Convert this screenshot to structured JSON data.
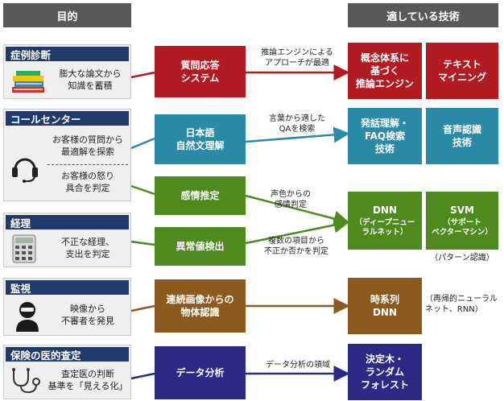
{
  "headers": {
    "purpose": "目的",
    "techniques": "適している技術"
  },
  "cases": [
    {
      "title": "症例診断",
      "text": "膨大な論文から\n知識を蓄積",
      "icon": "books-icon"
    },
    {
      "title": "コールセンター",
      "text1": "お客様の質問から\n最適解を探索",
      "text2": "お客様の怒り\n具合を判定",
      "icon": "headset-icon"
    },
    {
      "title": "経理",
      "text": "不正な経理、\n支出を判定",
      "icon": "calculator-icon"
    },
    {
      "title": "監視",
      "text": "映像から\n不審者を発見",
      "icon": "masked-person-icon"
    },
    {
      "title": "保険の医的査定",
      "text": "査定医の判断\n基準を「見える化」",
      "icon": "stethoscope-icon"
    }
  ],
  "tasks": {
    "qa": "質問応答\nシステム",
    "nlp": "日本語\n自然文理解",
    "emotion": "感情推定",
    "anomaly": "異常値検出",
    "image": "連続画像からの\n物体認識",
    "analysis": "データ分析"
  },
  "techs": {
    "ontology": "概念体系に\n基づく\n推論エンジン",
    "textmining": "テキスト\nマイニング",
    "faq": "発話理解・\nFAQ検索\n技術",
    "speech": "音声認識\n技術",
    "dnn": "DNN",
    "dnn_sub": "（ディープニュー\nラルネット）",
    "svm": "SVM",
    "svm_sub": "（サポート\nベクターマシン）",
    "pattern": "（パターン認識）",
    "timeseries": "時系列\nDNN",
    "rnn_note": "（再帰的ニューラル\nネット、RNN）",
    "forest": "決定木・\nランダム\nフォレスト"
  },
  "notes": {
    "inference": "推論エンジンによる\nアプローチが最適",
    "qa_search": "言葉から適した\nQAを検索",
    "voice": "声色からの\n感情判定",
    "multi": "複数の項目から\n不正か否かを判定",
    "analysis": "データ分析の領域"
  },
  "colors": {
    "red": "#b31b23",
    "teal": "#2b8aa5",
    "green": "#4f8a1f",
    "brown": "#8c5a1e",
    "navy": "#2b2a84",
    "card_title": "#1f3a6b",
    "header": "#595959"
  }
}
